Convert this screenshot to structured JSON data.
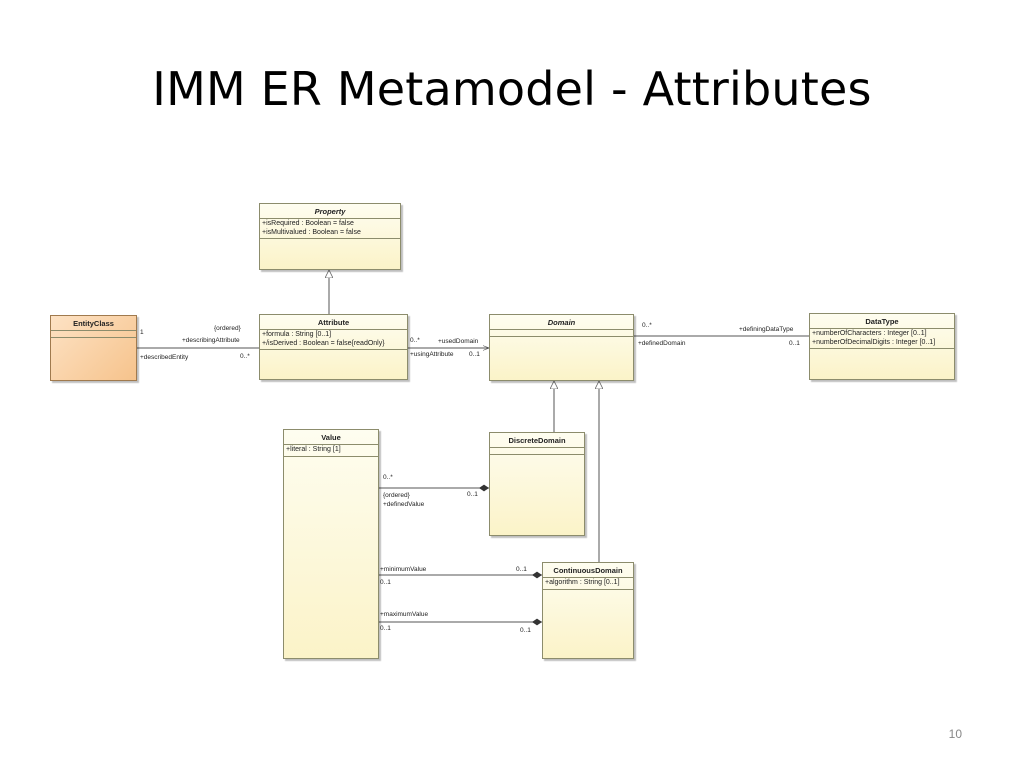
{
  "slide": {
    "title": "IMM ER Metamodel - Attributes",
    "page_number": "10"
  },
  "classes": {
    "property": {
      "name": "Property",
      "attrs": [
        "+isRequired : Boolean = false",
        "+isMultivalued : Boolean = false"
      ]
    },
    "entityclass": {
      "name": "EntityClass"
    },
    "attribute": {
      "name": "Attribute",
      "attrs": [
        "+formula : String [0..1]",
        "+/isDerived : Boolean = false{readOnly}"
      ]
    },
    "domain": {
      "name": "Domain"
    },
    "datatype": {
      "name": "DataType",
      "attrs": [
        "+numberOfCharacters : Integer [0..1]",
        "+numberOfDecimalDigits : Integer [0..1]"
      ]
    },
    "value": {
      "name": "Value",
      "attrs": [
        "+literal : String [1]"
      ]
    },
    "discretedomain": {
      "name": "DiscreteDomain"
    },
    "continuousdomain": {
      "name": "ContinuousDomain",
      "attrs": [
        "+algorithm : String [0..1]"
      ]
    }
  },
  "labels": {
    "ec_mult": "1",
    "ec_ordered": "{ordered}",
    "ec_describing": "+describingAttribute",
    "ec_described": "+describedEntity",
    "ec_attr_mult": "0..*",
    "ad_mult1": "0..*",
    "ad_used": "+usedDomain",
    "ad_using": "+usingAttribute",
    "ad_mult2": "0..1",
    "dd_mult1": "0..*",
    "dd_defining": "+definingDataType",
    "dd_defined": "+definedDomain",
    "dd_mult2": "0..1",
    "vd_mult": "0..*",
    "vd_ordered": "{ordered}",
    "vd_defined": "+definedValue",
    "vd_mult2": "0..1",
    "min_role": "+minimumValue",
    "min_mult": "0..1",
    "min_cd_mult": "0..1",
    "max_role": "+maximumValue",
    "max_mult": "0..1",
    "max_cd_mult": "0..1"
  }
}
